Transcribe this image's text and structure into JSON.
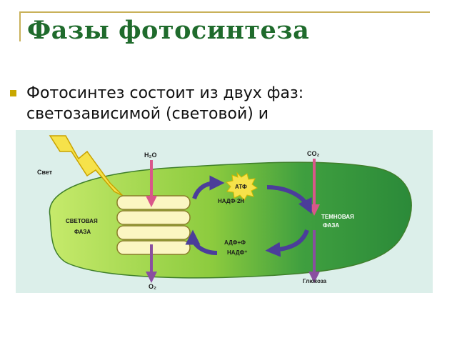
{
  "slide": {
    "title": "Фазы фотосинтеза",
    "bullet": {
      "line1": "Фотосинтез состоит из двух фаз:",
      "line2": "светозависимой (световой) и"
    }
  },
  "diagram": {
    "light_label": "Свет",
    "water_label": "H₂O",
    "co2_label": "CO₂",
    "oxygen_label": "O₂",
    "glucose_label": "Глюкоза",
    "atp_label": "АТФ",
    "nadph_label": "НАДФ·2Н",
    "adp_label": "АДФ+Ф",
    "nadp_label": "НАДФ⁺",
    "light_phase_label_1": "СВЕТОВАЯ",
    "light_phase_label_2": "ФАЗА",
    "dark_phase_label_1": "ТЕМНОВАЯ",
    "dark_phase_label_2": "ФАЗА"
  },
  "colors": {
    "title": "#1f6b2c",
    "bullet": "#c8a700",
    "background_panel": "#dcefea",
    "chloroplast_light": "#b5e05a",
    "chloroplast_dark": "#2e8f3a",
    "thylakoid": "#fbf6c2",
    "arrow_pink": "#d9578a",
    "arrow_purple": "#8a4fa0",
    "cycle_arrow": "#4b3d9a",
    "lightning": "#f6e24a"
  }
}
